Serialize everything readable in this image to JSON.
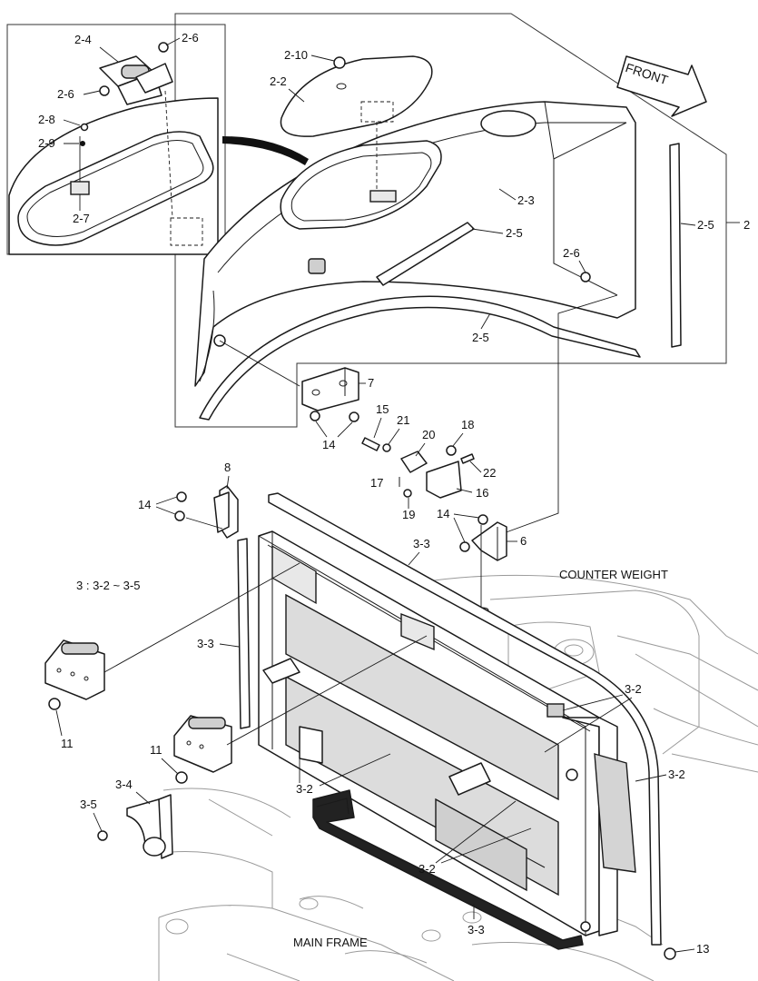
{
  "labels": {
    "l_2_4": "2-4",
    "l_2_6a": "2-6",
    "l_2_6b": "2-6",
    "l_2_8": "2-8",
    "l_2_9": "2-9",
    "l_2_7": "2-7",
    "l_2_10": "2-10",
    "l_2_2": "2-2",
    "l_2_3": "2-3",
    "l_2_5a": "2-5",
    "l_2_5b": "2-5",
    "l_2_5c": "2-5",
    "l_2_6c": "2-6",
    "l_2": "2",
    "l_7": "7",
    "l_14a": "14",
    "l_15": "15",
    "l_21": "21",
    "l_20": "20",
    "l_18": "18",
    "l_17": "17",
    "l_22": "22",
    "l_16": "16",
    "l_19": "19",
    "l_8": "8",
    "l_14b": "14",
    "l_14c": "14",
    "l_6": "6",
    "l_3_3a": "3-3",
    "l_counter": "COUNTER WEIGHT",
    "l_3_range": "3 : 3-2 ~ 3-5",
    "l_3_3b": "3-3",
    "l_3_2a": "3-2",
    "l_11a": "11",
    "l_11b": "11",
    "l_3_2b": "3-2",
    "l_3_4": "3-4",
    "l_3_5": "3-5",
    "l_3_2c": "3-2",
    "l_3_2d": "3-2",
    "l_main_frame": "MAIN FRAME",
    "l_3_3c": "3-3",
    "l_13": "13"
  },
  "front_arrow": "FRONT"
}
